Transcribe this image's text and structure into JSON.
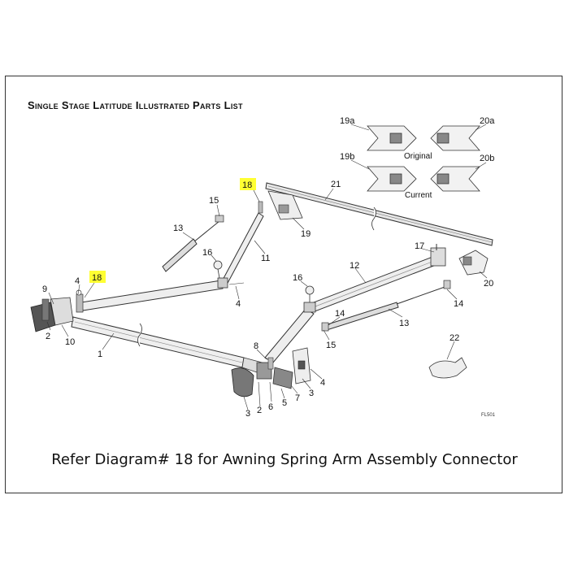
{
  "title": "Single Stage Latitude Illustrated Parts List",
  "footer": "Refer Diagram# 18 for Awning Spring Arm Assembly Connector",
  "figure_code": "FL501",
  "highlight_color": "#ffff33",
  "inset_labels": {
    "original": "Original",
    "current": "Current"
  },
  "part_labels": [
    {
      "id": "19a",
      "text": "19a"
    },
    {
      "id": "20a",
      "text": "20a"
    },
    {
      "id": "19b",
      "text": "19b"
    },
    {
      "id": "20b",
      "text": "20b"
    },
    {
      "id": "21",
      "text": "21"
    },
    {
      "id": "18-top",
      "text": "18",
      "highlighted": true
    },
    {
      "id": "15-left",
      "text": "15"
    },
    {
      "id": "13-left",
      "text": "13"
    },
    {
      "id": "19",
      "text": "19"
    },
    {
      "id": "11",
      "text": "11"
    },
    {
      "id": "16-left",
      "text": "16"
    },
    {
      "id": "9",
      "text": "9"
    },
    {
      "id": "4-left",
      "text": "4"
    },
    {
      "id": "18-left",
      "text": "18",
      "highlighted": true
    },
    {
      "id": "4-mid",
      "text": "4"
    },
    {
      "id": "2-left",
      "text": "2"
    },
    {
      "id": "10",
      "text": "10"
    },
    {
      "id": "1",
      "text": "1"
    },
    {
      "id": "17",
      "text": "17"
    },
    {
      "id": "12",
      "text": "12"
    },
    {
      "id": "16-right",
      "text": "16"
    },
    {
      "id": "20",
      "text": "20"
    },
    {
      "id": "14-right",
      "text": "14"
    },
    {
      "id": "14-mid",
      "text": "14"
    },
    {
      "id": "13-right",
      "text": "13"
    },
    {
      "id": "15-right",
      "text": "15"
    },
    {
      "id": "22",
      "text": "22"
    },
    {
      "id": "8",
      "text": "8"
    },
    {
      "id": "4-right",
      "text": "4"
    },
    {
      "id": "3-right",
      "text": "3"
    },
    {
      "id": "7",
      "text": "7"
    },
    {
      "id": "5",
      "text": "5"
    },
    {
      "id": "6",
      "text": "6"
    },
    {
      "id": "2-right",
      "text": "2"
    },
    {
      "id": "3-bottom",
      "text": "3"
    }
  ]
}
